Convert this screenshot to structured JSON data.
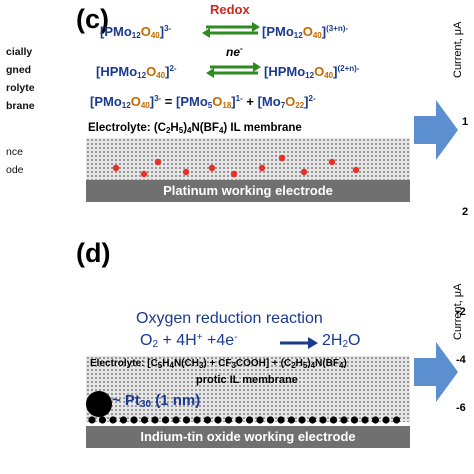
{
  "left_text": {
    "line1": "cially",
    "line2": "gned",
    "line3": "rolyte",
    "line4": "brane",
    "line5": "nce",
    "line6": "ode"
  },
  "panel_c": {
    "letter": "(c)",
    "redox_label": "Redox",
    "ne_label": "ne",
    "ne_sup": "-",
    "eq1_left": "[PMo",
    "eq1_left_sub1": "12",
    "eq1_left_o": "O",
    "eq1_left_sub2": "40",
    "eq1_left_close": "]",
    "eq1_left_sup": "3-",
    "eq1_right": "[PMo",
    "eq1_right_sub1": "12",
    "eq1_right_o": "O",
    "eq1_right_sub2": "40",
    "eq1_right_close": "]",
    "eq1_right_sup": "(3+n)-",
    "eq2_left": "[HPMo",
    "eq2_left_sub1": "12",
    "eq2_left_o": "O",
    "eq2_left_sub2": "40",
    "eq2_left_close": "]",
    "eq2_left_sup": "2-",
    "eq2_right": "[HPMo",
    "eq2_right_sub1": "12",
    "eq2_right_o": "O",
    "eq2_right_sub2": "40",
    "eq2_right_close": "]",
    "eq2_right_sup": "(2+n)-",
    "eq3_a": "[PMo",
    "eq3_a_sub1": "12",
    "eq3_a_o": "O",
    "eq3_a_sub2": "40",
    "eq3_a_close": "]",
    "eq3_a_sup": "3-",
    "eq3_eq": " = ",
    "eq3_b": "[PMo",
    "eq3_b_sub1": "5",
    "eq3_b_o": "O",
    "eq3_b_sub2": "18",
    "eq3_b_close": "]",
    "eq3_b_sup": "1-",
    "eq3_plus": " + ",
    "eq3_c": "[Mo",
    "eq3_c_sub1": "7",
    "eq3_c_o": "O",
    "eq3_c_sub2": "22",
    "eq3_c_close": "]",
    "eq3_c_sup": "2-",
    "electrolyte_prefix": "Electrolyte: (C",
    "el_sub1": "2",
    "el_mid1": "H",
    "el_sub2": "5",
    "el_mid2": ")",
    "el_sub3": "4",
    "el_mid3": "N(BF",
    "el_sub4": "4",
    "el_suffix": ") IL membrane",
    "electrode_label": "Platinum working electrode"
  },
  "panel_d": {
    "letter": "(d)",
    "reaction_title": "Oxygen reduction reaction",
    "rxn_o2": "O",
    "rxn_o2_sub": "2",
    "rxn_mid": " + 4H",
    "rxn_h_sup": "+",
    "rxn_e": " +4e",
    "rxn_e_sup": "-",
    "rxn_product": "2H",
    "rxn_product_sub": "2",
    "rxn_product_o": "O",
    "el_line1_a": "Electrolyte: [C",
    "el_line1_s1": "5",
    "el_line1_b": "H",
    "el_line1_s2": "4",
    "el_line1_c": "N(CH",
    "el_line1_s3": "3",
    "el_line1_d": ") + CF",
    "el_line1_s4": "3",
    "el_line1_e": "COOH] + (C",
    "el_line1_s5": "2",
    "el_line1_f": "H",
    "el_line1_s6": "5",
    "el_line1_g": ")",
    "el_line1_s7": "4",
    "el_line1_h": "N(BF",
    "el_line1_s8": "4",
    "el_line1_i": ")",
    "el_line2": "protic IL membrane",
    "pt_label_a": "~ Pt",
    "pt_label_sub": "30",
    "pt_label_b": " (1 nm)",
    "electrode_label": "Indium-tin oxide working electrode"
  },
  "right_axis": {
    "ylabel_top": "Current, μA",
    "tick_top": "1",
    "tick_top2": "2",
    "ylabel_bottom": "Current, μA",
    "tick_b1": "-2",
    "tick_b2": "-4",
    "tick_b3": "-6"
  },
  "colors": {
    "arrow_blue": "#5b8fd0",
    "redox_red": "#d0281c",
    "green_arrow": "#2f8a1f"
  }
}
